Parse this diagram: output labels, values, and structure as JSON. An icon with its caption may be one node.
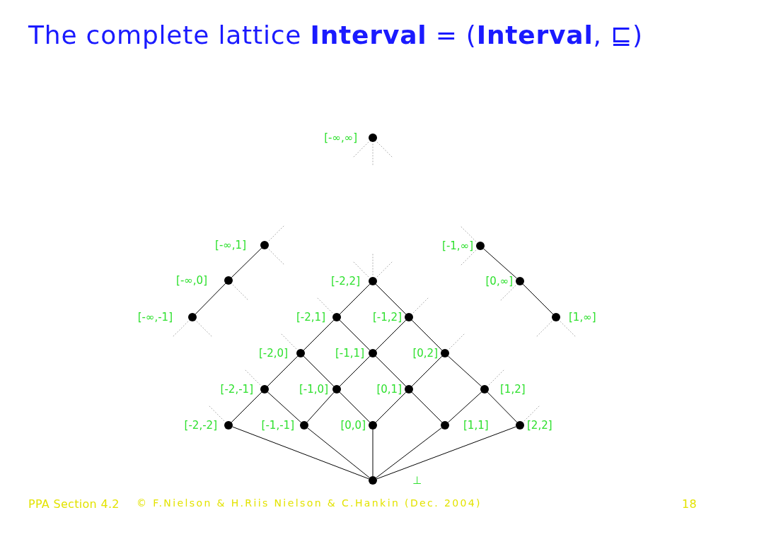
{
  "diagram": {
    "title": "The complete lattice **Interval** = (**Interval**, ⊑)",
    "nodes": [
      {
        "text": [],
        "shape": "circle",
        "beside": [
          "[-∞,∞]"
        ]
      },
      {
        "text": [],
        "shape": "circle",
        "beside": [
          "[-∞,1]"
        ]
      },
      {
        "text": [],
        "shape": "circle",
        "beside": [
          "[-1,∞]"
        ]
      },
      {
        "text": [],
        "shape": "circle",
        "beside": [
          "[-∞,0]"
        ]
      },
      {
        "text": [],
        "shape": "circle",
        "beside": [
          "[-2,2]"
        ]
      },
      {
        "text": [],
        "shape": "circle",
        "beside": [
          "[0,∞]"
        ]
      },
      {
        "text": [],
        "shape": "circle",
        "beside": [
          "[-∞,-1]"
        ]
      },
      {
        "text": [],
        "shape": "circle",
        "beside": [
          "[-2,1]"
        ]
      },
      {
        "text": [],
        "shape": "circle",
        "beside": [
          "[-1,2]"
        ]
      },
      {
        "text": [],
        "shape": "circle",
        "beside": [
          "[1,∞]"
        ]
      },
      {
        "text": [],
        "shape": "circle",
        "beside": [
          "[-2,0]"
        ]
      },
      {
        "text": [],
        "shape": "circle",
        "beside": [
          "[-1,1]"
        ]
      },
      {
        "text": [],
        "shape": "circle",
        "beside": [
          "[0,2]"
        ]
      },
      {
        "text": [],
        "shape": "circle",
        "beside": [
          "[-2,-1]"
        ]
      },
      {
        "text": [],
        "shape": "circle",
        "beside": [
          "[-1,0]"
        ]
      },
      {
        "text": [],
        "shape": "circle",
        "beside": [
          "[0,1]"
        ]
      },
      {
        "text": [],
        "shape": "circle",
        "beside": [
          "[1,2]"
        ]
      },
      {
        "text": [],
        "shape": "circle",
        "beside": [
          "[-2,-2]"
        ]
      },
      {
        "text": [],
        "shape": "circle",
        "beside": [
          "[-1,-1]"
        ]
      },
      {
        "text": [],
        "shape": "circle",
        "beside": [
          "[0,0]"
        ]
      },
      {
        "text": [],
        "shape": "circle",
        "beside": [
          "[1,1]"
        ]
      },
      {
        "text": [],
        "shape": "circle",
        "beside": [
          "[2,2]"
        ]
      },
      {
        "text": [],
        "shape": "circle",
        "beside": [
          "⊥"
        ]
      }
    ],
    "edges": [
      {
        "from": 1,
        "to": 3,
        "arrow": "none"
      },
      {
        "from": 3,
        "to": 6,
        "arrow": "none"
      },
      {
        "from": 2,
        "to": 5,
        "arrow": "none"
      },
      {
        "from": 5,
        "to": 9,
        "arrow": "none"
      },
      {
        "from": 4,
        "to": 7,
        "arrow": "none"
      },
      {
        "from": 4,
        "to": 8,
        "arrow": "none"
      },
      {
        "from": 7,
        "to": 10,
        "arrow": "none"
      },
      {
        "from": 7,
        "to": 11,
        "arrow": "none"
      },
      {
        "from": 8,
        "to": 11,
        "arrow": "none"
      },
      {
        "from": 8,
        "to": 12,
        "arrow": "none"
      },
      {
        "from": 10,
        "to": 13,
        "arrow": "none"
      },
      {
        "from": 10,
        "to": 14,
        "arrow": "none"
      },
      {
        "from": 11,
        "to": 14,
        "arrow": "none"
      },
      {
        "from": 11,
        "to": 15,
        "arrow": "none"
      },
      {
        "from": 12,
        "to": 15,
        "arrow": "none"
      },
      {
        "from": 12,
        "to": 16,
        "arrow": "none"
      },
      {
        "from": 13,
        "to": 17,
        "arrow": "none"
      },
      {
        "from": 13,
        "to": 18,
        "arrow": "none"
      },
      {
        "from": 14,
        "to": 18,
        "arrow": "none"
      },
      {
        "from": 14,
        "to": 19,
        "arrow": "none"
      },
      {
        "from": 15,
        "to": 19,
        "arrow": "none"
      },
      {
        "from": 15,
        "to": 20,
        "arrow": "none"
      },
      {
        "from": 16,
        "to": 20,
        "arrow": "none"
      },
      {
        "from": 16,
        "to": 21,
        "arrow": "none"
      },
      {
        "from": 17,
        "to": 22,
        "arrow": "none"
      },
      {
        "from": 18,
        "to": 22,
        "arrow": "none"
      },
      {
        "from": 19,
        "to": 22,
        "arrow": "none"
      },
      {
        "from": 20,
        "to": 22,
        "arrow": "none"
      },
      {
        "from": 21,
        "to": 22,
        "arrow": "none"
      },
      {
        "from": 0,
        "to": null,
        "arrow": "none",
        "style": "dashed",
        "color": "#a8a8a8"
      },
      {
        "from": 0,
        "to": null,
        "arrow": "none",
        "style": "dashed",
        "color": "#a8a8a8"
      },
      {
        "from": 0,
        "to": null,
        "arrow": "none",
        "style": "dashed",
        "color": "#a8a8a8"
      },
      {
        "from": 1,
        "to": null,
        "arrow": "none",
        "style": "dashed",
        "color": "#a8a8a8"
      },
      {
        "from": 1,
        "to": null,
        "arrow": "none",
        "style": "dashed",
        "color": "#a8a8a8"
      },
      {
        "from": 2,
        "to": null,
        "arrow": "none",
        "style": "dashed",
        "color": "#a8a8a8"
      },
      {
        "from": 2,
        "to": null,
        "arrow": "none",
        "style": "dashed",
        "color": "#a8a8a8"
      },
      {
        "from": 3,
        "to": null,
        "arrow": "none",
        "style": "dashed",
        "color": "#a8a8a8"
      },
      {
        "from": 4,
        "to": null,
        "arrow": "none",
        "style": "dashed",
        "color": "#a8a8a8"
      },
      {
        "from": 4,
        "to": null,
        "arrow": "none",
        "style": "dashed",
        "color": "#a8a8a8"
      },
      {
        "from": 4,
        "to": null,
        "arrow": "none",
        "style": "dashed",
        "color": "#a8a8a8"
      },
      {
        "from": 5,
        "to": null,
        "arrow": "none",
        "style": "dashed",
        "color": "#a8a8a8"
      },
      {
        "from": 6,
        "to": null,
        "arrow": "none",
        "style": "dashed",
        "color": "#a8a8a8"
      },
      {
        "from": 6,
        "to": null,
        "arrow": "none",
        "style": "dashed",
        "color": "#a8a8a8"
      },
      {
        "from": 7,
        "to": null,
        "arrow": "none",
        "style": "dashed",
        "color": "#a8a8a8"
      },
      {
        "from": 8,
        "to": null,
        "arrow": "none",
        "style": "dashed",
        "color": "#a8a8a8"
      },
      {
        "from": 9,
        "to": null,
        "arrow": "none",
        "style": "dashed",
        "color": "#a8a8a8"
      },
      {
        "from": 9,
        "to": null,
        "arrow": "none",
        "style": "dashed",
        "color": "#a8a8a8"
      },
      {
        "from": 10,
        "to": null,
        "arrow": "none",
        "style": "dashed",
        "color": "#a8a8a8"
      },
      {
        "from": 12,
        "to": null,
        "arrow": "none",
        "style": "dashed",
        "color": "#a8a8a8"
      },
      {
        "from": 13,
        "to": null,
        "arrow": "none",
        "style": "dashed",
        "color": "#a8a8a8"
      },
      {
        "from": 16,
        "to": null,
        "arrow": "none",
        "style": "dashed",
        "color": "#a8a8a8"
      },
      {
        "from": 17,
        "to": null,
        "arrow": "none",
        "style": "dashed",
        "color": "#a8a8a8"
      },
      {
        "from": 21,
        "to": null,
        "arrow": "none",
        "style": "dashed",
        "color": "#a8a8a8"
      }
    ],
    "labels": [
      "PPA Section 4.2",
      "© F.Nielson & H.Riis Nielson & C.Hankin (Dec. 2004)",
      "18"
    ]
  }
}
